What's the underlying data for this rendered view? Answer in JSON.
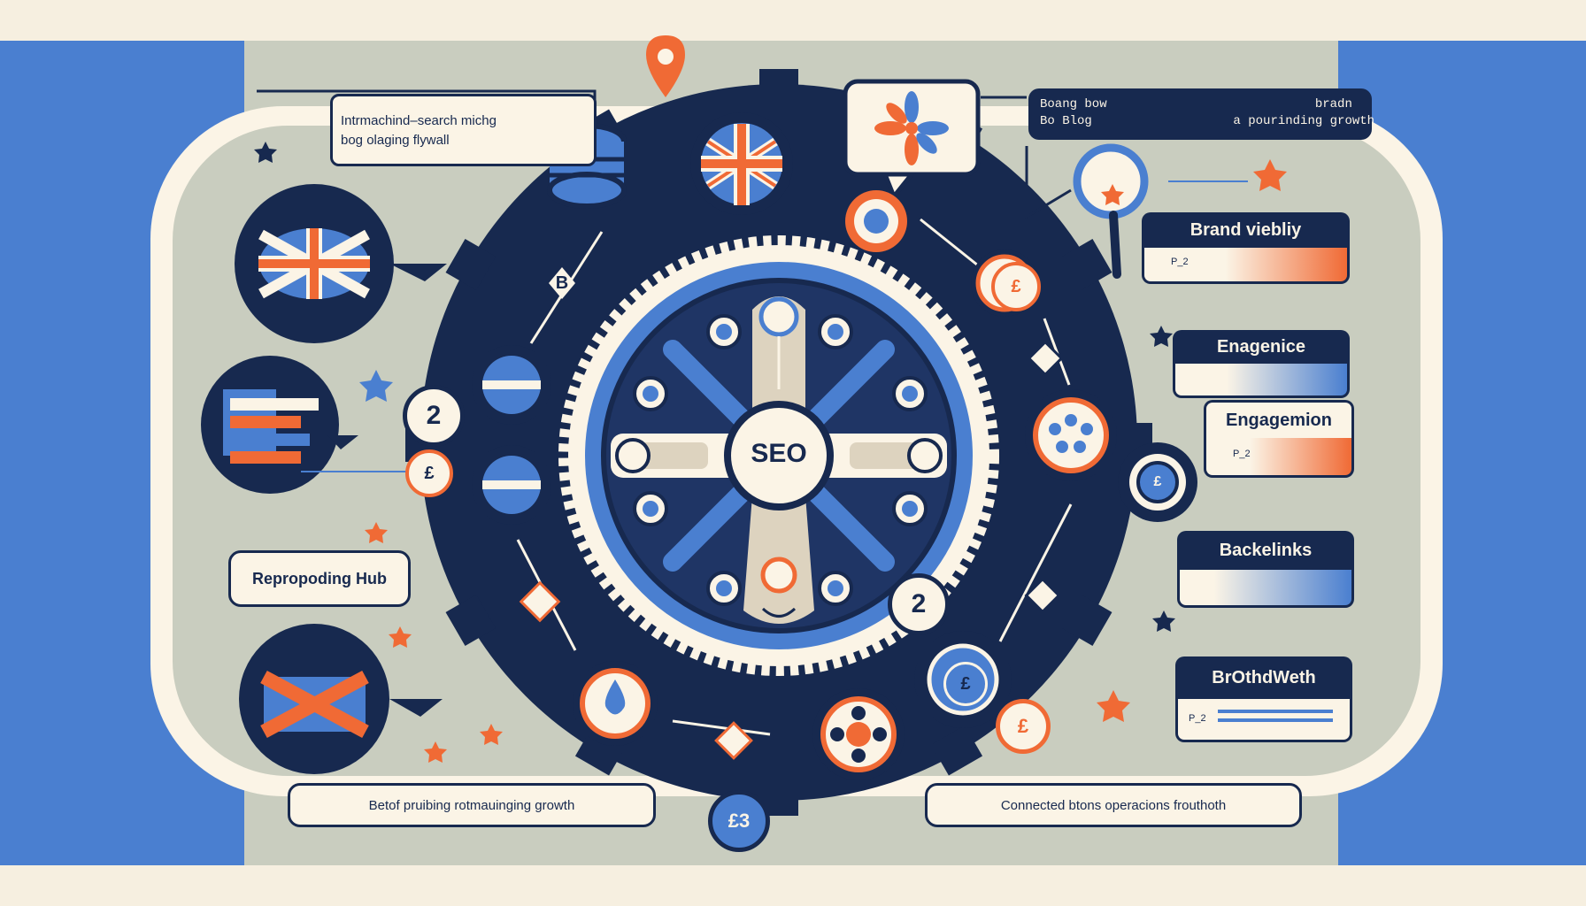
{
  "hub": {
    "center_label": "SEO",
    "repurposing_label": "Repropoding Hub"
  },
  "captions": {
    "top_left_line1": "Intrmachind–search michg",
    "top_left_line2": "bog olaging flywall",
    "top_right_line1": "Boang bow                            bradn",
    "top_right_line2": "Bo Blog                   a pourinding growth",
    "bottom_left": "Betof pruibing rotmauinging growth",
    "bottom_right": "Connected btons operacions frouthoth"
  },
  "metrics": [
    {
      "label": "Brand viebliy",
      "sub": "P_2"
    },
    {
      "label": "Enagenice",
      "sub": ""
    },
    {
      "label": "Engagemion",
      "sub": "P_2"
    },
    {
      "label": "Backelinks",
      "sub": ""
    },
    {
      "label": "BrOthdWeth",
      "sub": "P_2"
    }
  ],
  "badges": {
    "left_number": "2",
    "right_number": "2",
    "bottom_coin": "£3",
    "pound": "£",
    "letter_b": "B"
  },
  "colors": {
    "navy": "#17294f",
    "blue": "#4a7fd0",
    "orange": "#f06a35",
    "cream": "#fbf4e6",
    "sage": "#c9cdbf"
  }
}
